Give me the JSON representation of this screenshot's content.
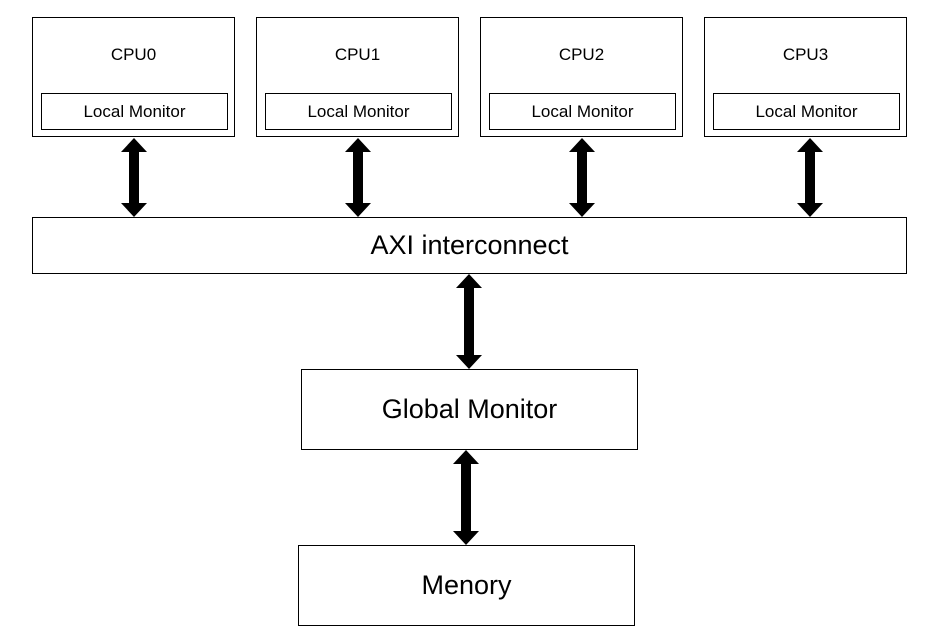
{
  "cpus": [
    {
      "title": "CPU0",
      "monitor": "Local Monitor"
    },
    {
      "title": "CPU1",
      "monitor": "Local Monitor"
    },
    {
      "title": "CPU2",
      "monitor": "Local Monitor"
    },
    {
      "title": "CPU3",
      "monitor": "Local Monitor"
    }
  ],
  "interconnect": {
    "label": "AXI interconnect"
  },
  "global_monitor": {
    "label": "Global Monitor"
  },
  "memory": {
    "label": "Menory"
  },
  "colors": {
    "stroke": "#000000",
    "fill": "#ffffff"
  }
}
